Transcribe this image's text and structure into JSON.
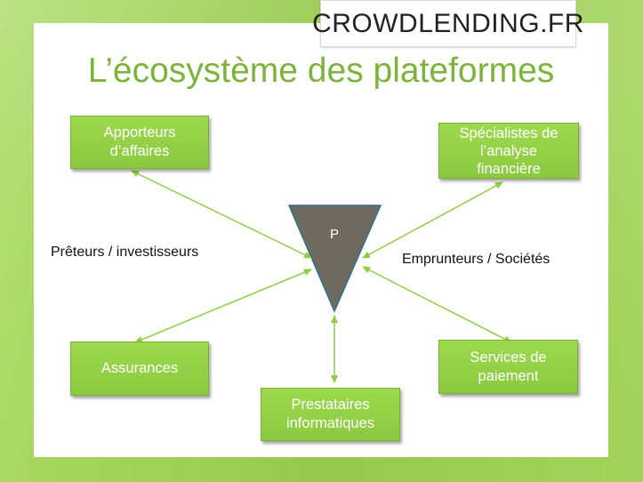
{
  "brand": "CROWDLENDING.FR",
  "title": "L’écosystème des plateformes",
  "center": {
    "label": "P"
  },
  "boxes": {
    "apporteurs": [
      "Apporteurs",
      "d’affaires"
    ],
    "specialistes": [
      "Spécialistes de",
      "l’analyse",
      "financière"
    ],
    "assurances": [
      "Assurances"
    ],
    "services": [
      "Services de",
      "paiement"
    ],
    "prestataires": [
      "Prestataires",
      "informatiques"
    ]
  },
  "labels": {
    "preteurs": "Prêteurs / investisseurs",
    "emprunteurs": "Emprunteurs / Sociétés"
  },
  "colors": {
    "box_fill": "#8fcd45",
    "title": "#7cb33a",
    "triangle": "#6e6a5f",
    "arrow": "#8fcd45"
  }
}
